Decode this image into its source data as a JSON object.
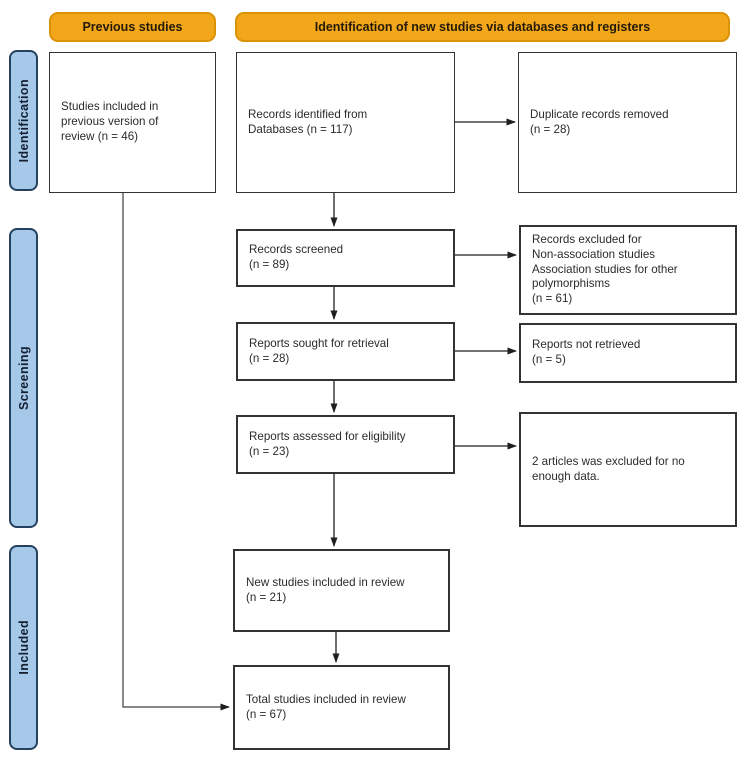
{
  "diagram": {
    "headers": {
      "previous": "Previous studies",
      "new_studies": "Identification of new studies via databases and registers"
    },
    "sidebar": {
      "identification": "Identification",
      "screening": "Screening",
      "included": "Included"
    },
    "boxes": {
      "previous_studies": "Studies included in\nprevious version of\nreview (n = 46)",
      "records_identified": "Records identified from\nDatabases (n = 117)",
      "duplicates_removed": "Duplicate records removed\n(n = 28)",
      "records_screened": "Records screened\n(n = 89)",
      "records_excluded": "Records excluded for\nNon-association studies\nAssociation studies for other\npolymorphisms\n(n = 61)",
      "reports_sought": "Reports sought for retrieval\n(n = 28)",
      "reports_not_retrieved": "Reports not retrieved\n(n = 5)",
      "reports_assessed": "Reports assessed for eligibility\n(n = 23)",
      "articles_excluded": "2 articles was excluded for no\nenough data.",
      "new_studies_included": "New studies included in review\n(n = 21)",
      "total_studies_included": "Total studies included in review\n(n = 67)"
    }
  },
  "colors": {
    "header_fill": "#F2A71B",
    "header_border": "#DB9306",
    "header_text": "#241A05",
    "sidebar_fill": "#A6C9EA",
    "sidebar_border": "#24415F",
    "sidebar_text": "#141F30",
    "box_border": "#333333",
    "text": "#2B2B2B",
    "arrow": "#1F1F1F"
  }
}
